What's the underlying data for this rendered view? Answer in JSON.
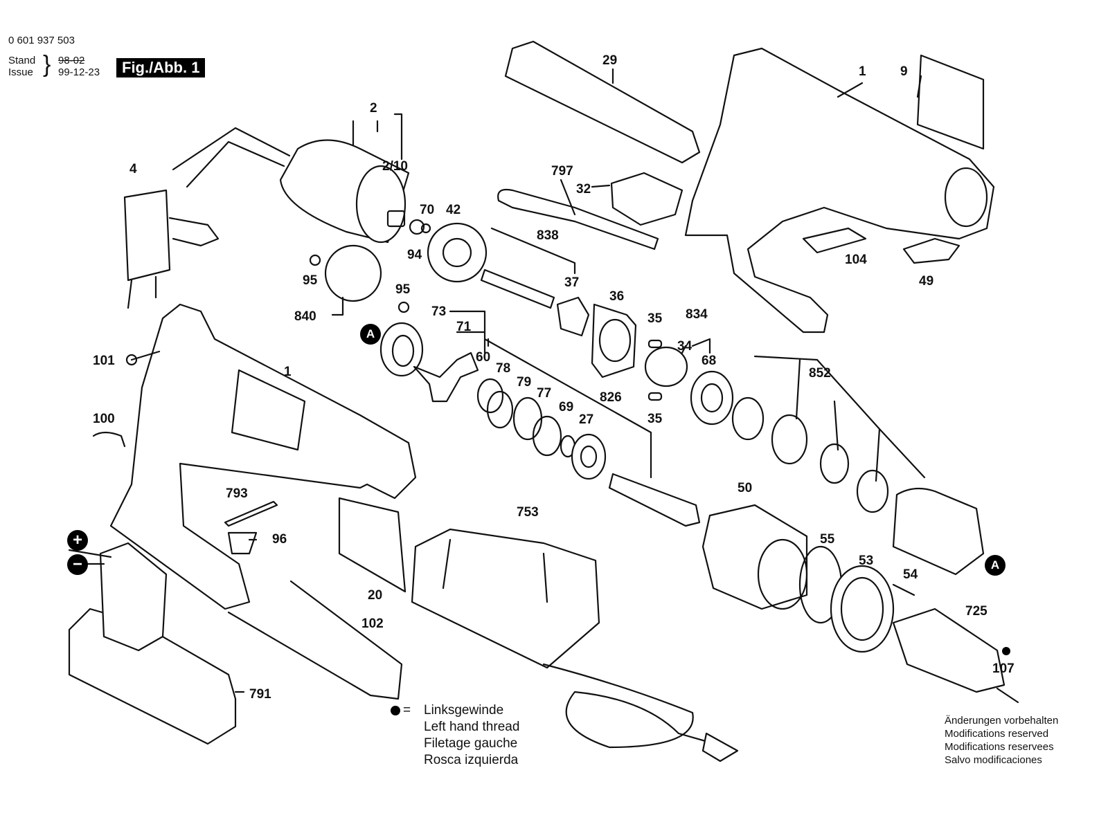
{
  "header": {
    "part_number": "0 601 937 503",
    "stand_label": "Stand",
    "issue_label": "Issue",
    "stand_old": "98-02",
    "issue_date": "99-12-23",
    "figure": "Fig./Abb. 1"
  },
  "callouts": {
    "c1a": "1",
    "c1b": "1",
    "c2": "2",
    "c2_10": "2/10",
    "c4": "4",
    "c9": "9",
    "c20": "20",
    "c27": "27",
    "c29": "29",
    "c32": "32",
    "c34": "34",
    "c35a": "35",
    "c35b": "35",
    "c36": "36",
    "c37": "37",
    "c42": "42",
    "c49": "49",
    "c50": "50",
    "c53": "53",
    "c54": "54",
    "c55": "55",
    "c60": "60",
    "c68": "68",
    "c69": "69",
    "c70": "70",
    "c71": "71",
    "c73": "73",
    "c77": "77",
    "c78": "78",
    "c79": "79",
    "c94": "94",
    "c95a": "95",
    "c95b": "95",
    "c96": "96",
    "c100": "100",
    "c101": "101",
    "c102": "102",
    "c104": "104",
    "c107": "107",
    "c725": "725",
    "c753": "753",
    "c791": "791",
    "c793": "793",
    "c797": "797",
    "c826": "826",
    "c834": "834",
    "c838": "838",
    "c840": "840",
    "c852": "852"
  },
  "markers": {
    "a_left": "A",
    "a_right": "A",
    "plus": "+",
    "minus": "−"
  },
  "legend": {
    "equals": "=",
    "lines": [
      "Linksgewinde",
      "Left hand thread",
      "Filetage gauche",
      "Rosca izquierda"
    ]
  },
  "modifications": [
    "Änderungen vorbehalten",
    "Modifications reserved",
    "Modifications reservees",
    "Salvo modificaciones"
  ]
}
